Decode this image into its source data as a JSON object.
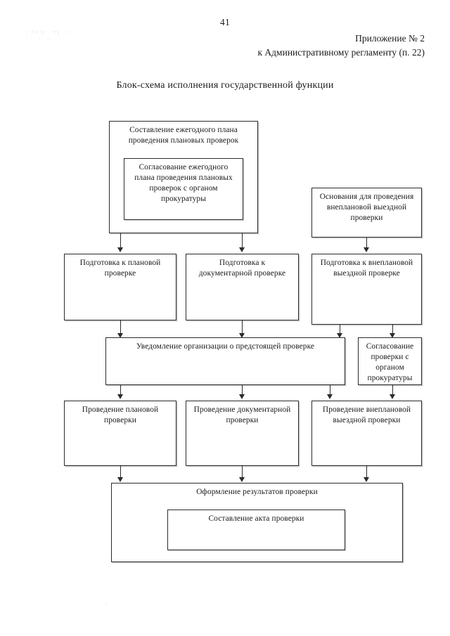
{
  "page": {
    "number": "41",
    "appendix_line_1": "Приложение № 2",
    "appendix_line_2": "к Административному регламенту (п. 22)",
    "chart_title": "Блок-схема исполнения государственной функции"
  },
  "flowchart": {
    "nodes": {
      "annual_plan": "Составление ежегодного плана проведения плановых проверок",
      "annual_plan_approval": "Согласование ежегодного плана проведения плановых проверок с органом прокуратуры",
      "unscheduled_grounds": "Основания для проведения внеплановой выездной проверки",
      "prep_scheduled": "Подготовка к плановой проверке",
      "prep_documentary": "Подготовка к документарной проверке",
      "prep_unscheduled": "Подготовка к внеплановой выездной проверке",
      "notification": "Уведомление организации о предстоящей проверке",
      "prosecutor_approval": "Согласование проверки с органом прокуратуры",
      "conduct_scheduled": "Проведение плановой проверки",
      "conduct_documentary": "Проведение документарной проверки",
      "conduct_unscheduled": "Проведение внеплановой выездной проверки",
      "results": "Оформление результатов проверки",
      "act": "Составление акта проверки"
    }
  }
}
